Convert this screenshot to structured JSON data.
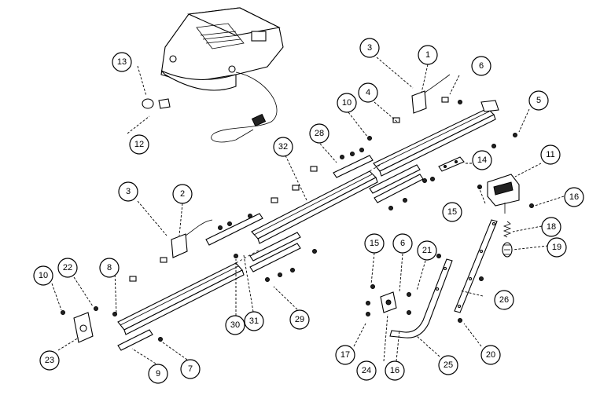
{
  "callouts": [
    {
      "id": "c1",
      "label": "1"
    },
    {
      "id": "c2",
      "label": "2"
    },
    {
      "id": "c3a",
      "label": "3"
    },
    {
      "id": "c3b",
      "label": "3"
    },
    {
      "id": "c4",
      "label": "4"
    },
    {
      "id": "c5",
      "label": "5"
    },
    {
      "id": "c6a",
      "label": "6"
    },
    {
      "id": "c6b",
      "label": "6"
    },
    {
      "id": "c7",
      "label": "7"
    },
    {
      "id": "c8",
      "label": "8"
    },
    {
      "id": "c9",
      "label": "9"
    },
    {
      "id": "c10a",
      "label": "10"
    },
    {
      "id": "c10b",
      "label": "10"
    },
    {
      "id": "c11",
      "label": "11"
    },
    {
      "id": "c12",
      "label": "12"
    },
    {
      "id": "c13",
      "label": "13"
    },
    {
      "id": "c14",
      "label": "14"
    },
    {
      "id": "c15a",
      "label": "15"
    },
    {
      "id": "c15b",
      "label": "15"
    },
    {
      "id": "c16a",
      "label": "16"
    },
    {
      "id": "c16b",
      "label": "16"
    },
    {
      "id": "c17",
      "label": "17"
    },
    {
      "id": "c18",
      "label": "18"
    },
    {
      "id": "c19",
      "label": "19"
    },
    {
      "id": "c20",
      "label": "20"
    },
    {
      "id": "c21",
      "label": "21"
    },
    {
      "id": "c22",
      "label": "22"
    },
    {
      "id": "c23",
      "label": "23"
    },
    {
      "id": "c24",
      "label": "24"
    },
    {
      "id": "c25",
      "label": "25"
    },
    {
      "id": "c26",
      "label": "26"
    },
    {
      "id": "c28",
      "label": "28"
    },
    {
      "id": "c29",
      "label": "29"
    },
    {
      "id": "c30",
      "label": "30"
    },
    {
      "id": "c31",
      "label": "31"
    },
    {
      "id": "c32",
      "label": "32"
    }
  ]
}
